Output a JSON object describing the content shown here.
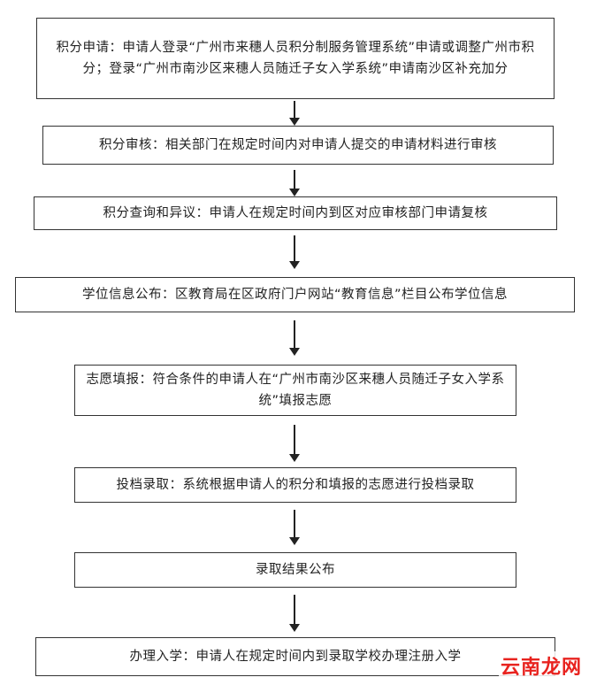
{
  "steps": [
    {
      "text": "积分申请：申请人登录“广州市来穗人员积分制服务管理系统”申请或调整广州市积分；登录“广州市南沙区来穗人员随迁子女入学系统”申请南沙区补充加分"
    },
    {
      "text": "积分审核：相关部门在规定时间内对申请人提交的申请材料进行审核"
    },
    {
      "text": "积分查询和异议：申请人在规定时间内到区对应审核部门申请复核"
    },
    {
      "text": "学位信息公布：区教育局在区政府门户网站“教育信息”栏目公布学位信息"
    },
    {
      "text": "志愿填报：符合条件的申请人在“广州市南沙区来穗人员随迁子女入学系统”填报志愿"
    },
    {
      "text": "投档录取：系统根据申请人的积分和填报的志愿进行投档录取"
    },
    {
      "text": "录取结果公布"
    },
    {
      "text": "办理入学：申请人在规定时间内到录取学校办理注册入学"
    }
  ],
  "watermark": "云南龙网",
  "colors": {
    "border": "#333333",
    "arrow": "#222222",
    "watermark": "#e8231f"
  }
}
